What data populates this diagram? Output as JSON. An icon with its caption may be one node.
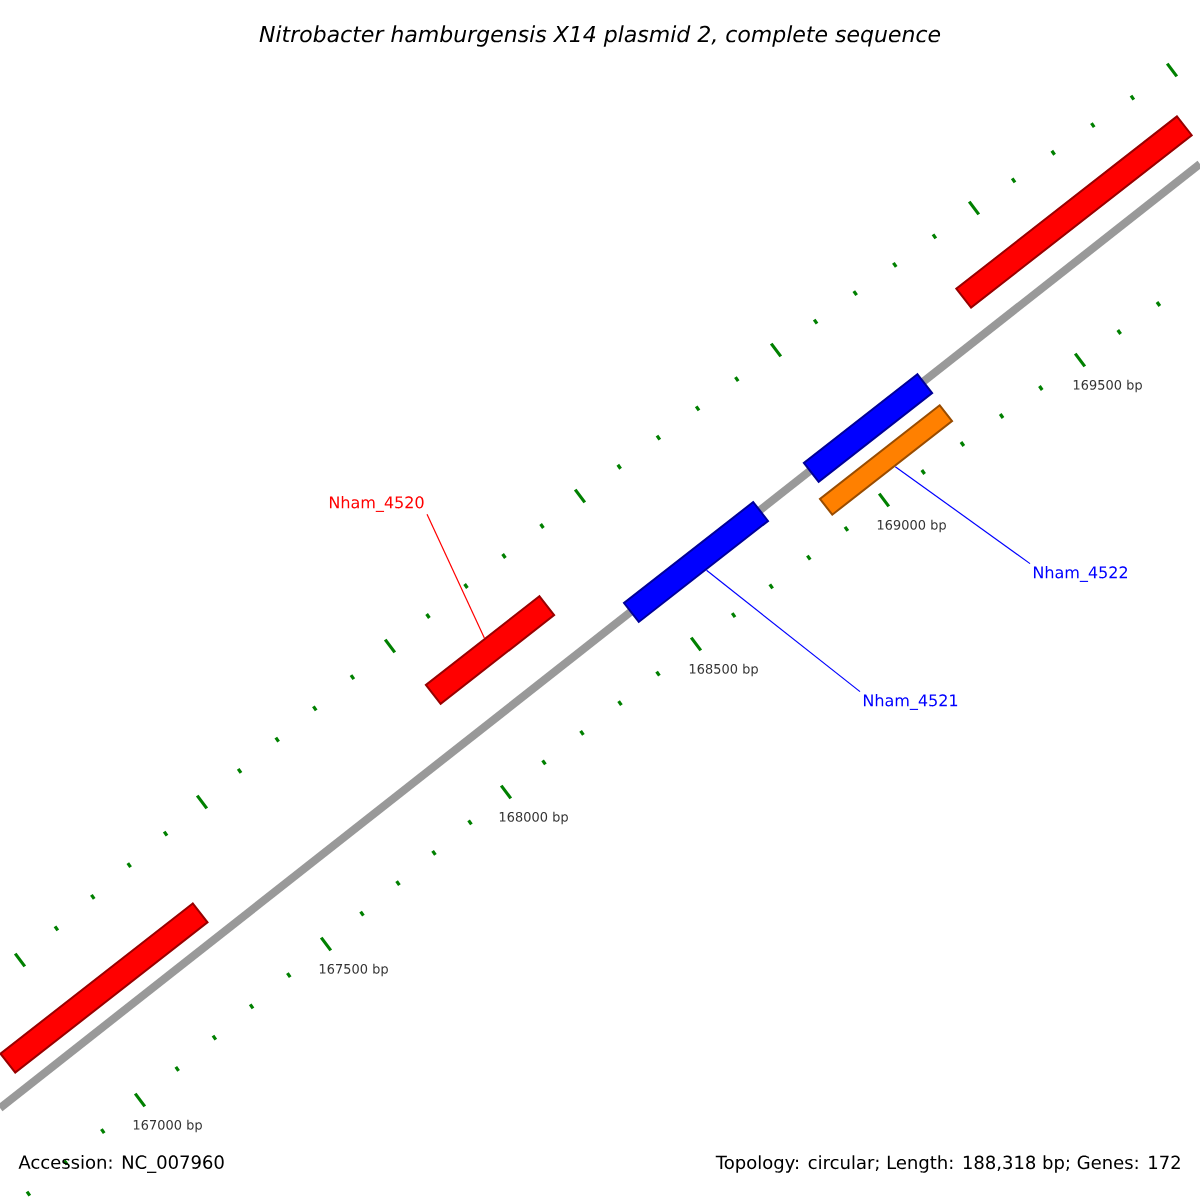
{
  "diagram": {
    "title": "Nitrobacter hamburgensis X14 plasmid 2, complete sequence",
    "nodes": [
      {
        "text": [],
        "shape": "bar"
      },
      {
        "text": [
          "Nham_4520"
        ]
      },
      {
        "text": [],
        "shape": "bar"
      },
      {
        "text": [],
        "shape": "bar"
      },
      {
        "text": [],
        "shape": "bar"
      },
      {
        "text": [],
        "shape": "bar"
      },
      {
        "text": [
          "Nham_4521"
        ]
      },
      {
        "text": [
          "Nham_4522"
        ]
      },
      {
        "text": [],
        "shape": "bar"
      }
    ],
    "edges": [
      {
        "from": 1,
        "to": 2,
        "arrow": "none",
        "color": "#ff0000"
      },
      {
        "from": 6,
        "to": 3,
        "arrow": "none"
      },
      {
        "from": 7,
        "to": 5,
        "arrow": "none"
      }
    ],
    "labels": [
      "169500 bp",
      "169000 bp",
      "168500 bp",
      "168000 bp",
      "167500 bp",
      "167000 bp",
      "Accession: NC_007960",
      "Topology: circular; Length: 188,318 bp; Genes: 172"
    ]
  }
}
